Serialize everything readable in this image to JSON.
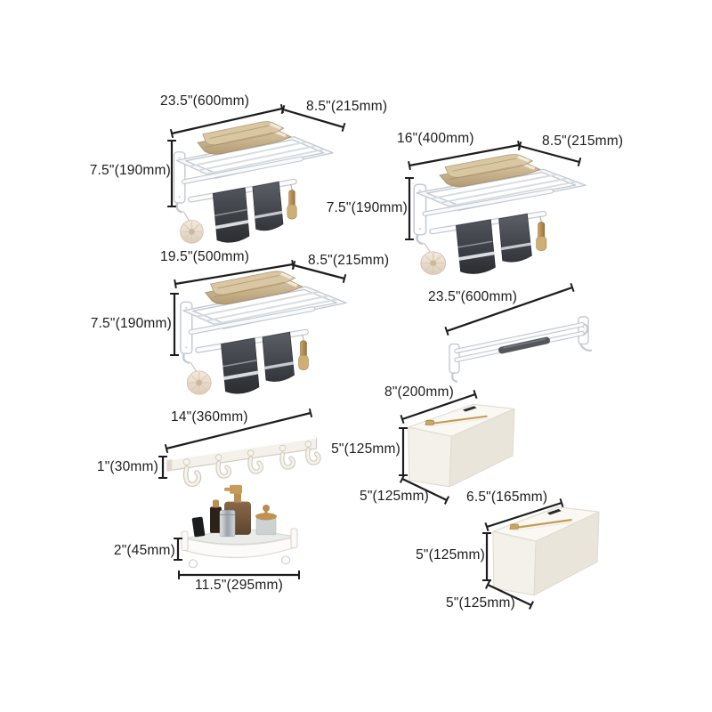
{
  "meta": {
    "type": "bathroom-hardware-set-dimension-diagram",
    "background": "#ffffff"
  },
  "colors": {
    "dimension_line": "#1c1c1c",
    "label_text": "#1c1c1c",
    "rack_white": "#f7f9fa",
    "towel_beige": "#c9b38c",
    "towel_charcoal": "#3b3e44",
    "accent_gold": "#c29c53",
    "box_cream": "#f2efe8"
  },
  "annotations": {
    "rack_large": {
      "length": "23.5\"(600mm)",
      "depth": "8.5\"(215mm)",
      "height": "7.5\"(190mm)"
    },
    "rack_medium": {
      "length": "16\"(400mm)",
      "depth": "8.5\"(215mm)",
      "height": "7.5\"(190mm)"
    },
    "rack_small": {
      "length": "19.5\"(500mm)",
      "depth": "8.5\"(215mm)",
      "height": "7.5\"(190mm)"
    },
    "towel_bar": {
      "length": "23.5\"(600mm)"
    },
    "hook_rail": {
      "length": "14\"(360mm)",
      "height": "1\"(30mm)"
    },
    "corner_shelf": {
      "height": "2\"(45mm)",
      "width": "11.5\"(295mm)"
    },
    "tissue_box_large": {
      "length": "8\"(200mm)",
      "height": "5\"(125mm)",
      "depth": "5\"(125mm)"
    },
    "tissue_box_small": {
      "length": "6.5\"(165mm)",
      "height": "5\"(125mm)",
      "depth": "5\"(125mm)"
    }
  }
}
